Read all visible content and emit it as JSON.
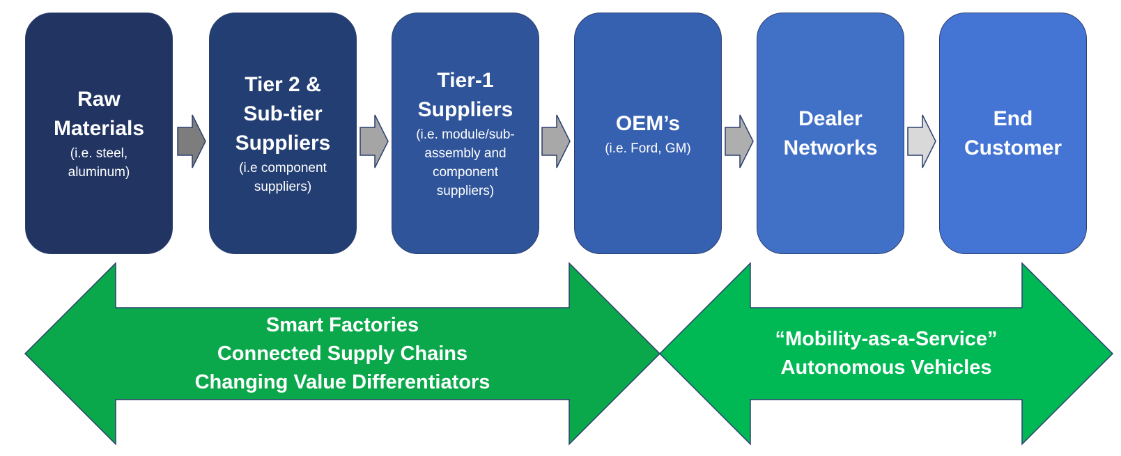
{
  "stages": [
    {
      "title": "Raw\nMaterials",
      "subtitle": "(i.e. steel,\naluminum)",
      "color": "#213462"
    },
    {
      "title": "Tier 2 &\nSub-tier\nSuppliers",
      "subtitle": "(i.e component\nsuppliers)",
      "color": "#233e73"
    },
    {
      "title": "Tier-1\nSuppliers",
      "subtitle": "(i.e. module/sub-\nassembly and\ncomponent\nsuppliers)",
      "color": "#2f5499"
    },
    {
      "title": "OEM’s",
      "subtitle": "(i.e. Ford, GM)",
      "color": "#3660b0"
    },
    {
      "title": "Dealer\nNetworks",
      "subtitle": "",
      "color": "#4170c7"
    },
    {
      "title": "End\nCustomer",
      "subtitle": "",
      "color": "#4575d4"
    }
  ],
  "connectors": [
    {
      "color": "#7d7d7d"
    },
    {
      "color": "#a5a5a5"
    },
    {
      "color": "#a8a8a8"
    },
    {
      "color": "#aeaeae"
    },
    {
      "color": "#d9d9d9"
    }
  ],
  "bands": [
    {
      "lines": "Smart Factories\nConnected Supply Chains\nChanging Value Differentiators",
      "color": "#0aa84a"
    },
    {
      "lines": "“Mobility-as-a-Service”\nAutonomous Vehicles",
      "color": "#00b954"
    }
  ]
}
